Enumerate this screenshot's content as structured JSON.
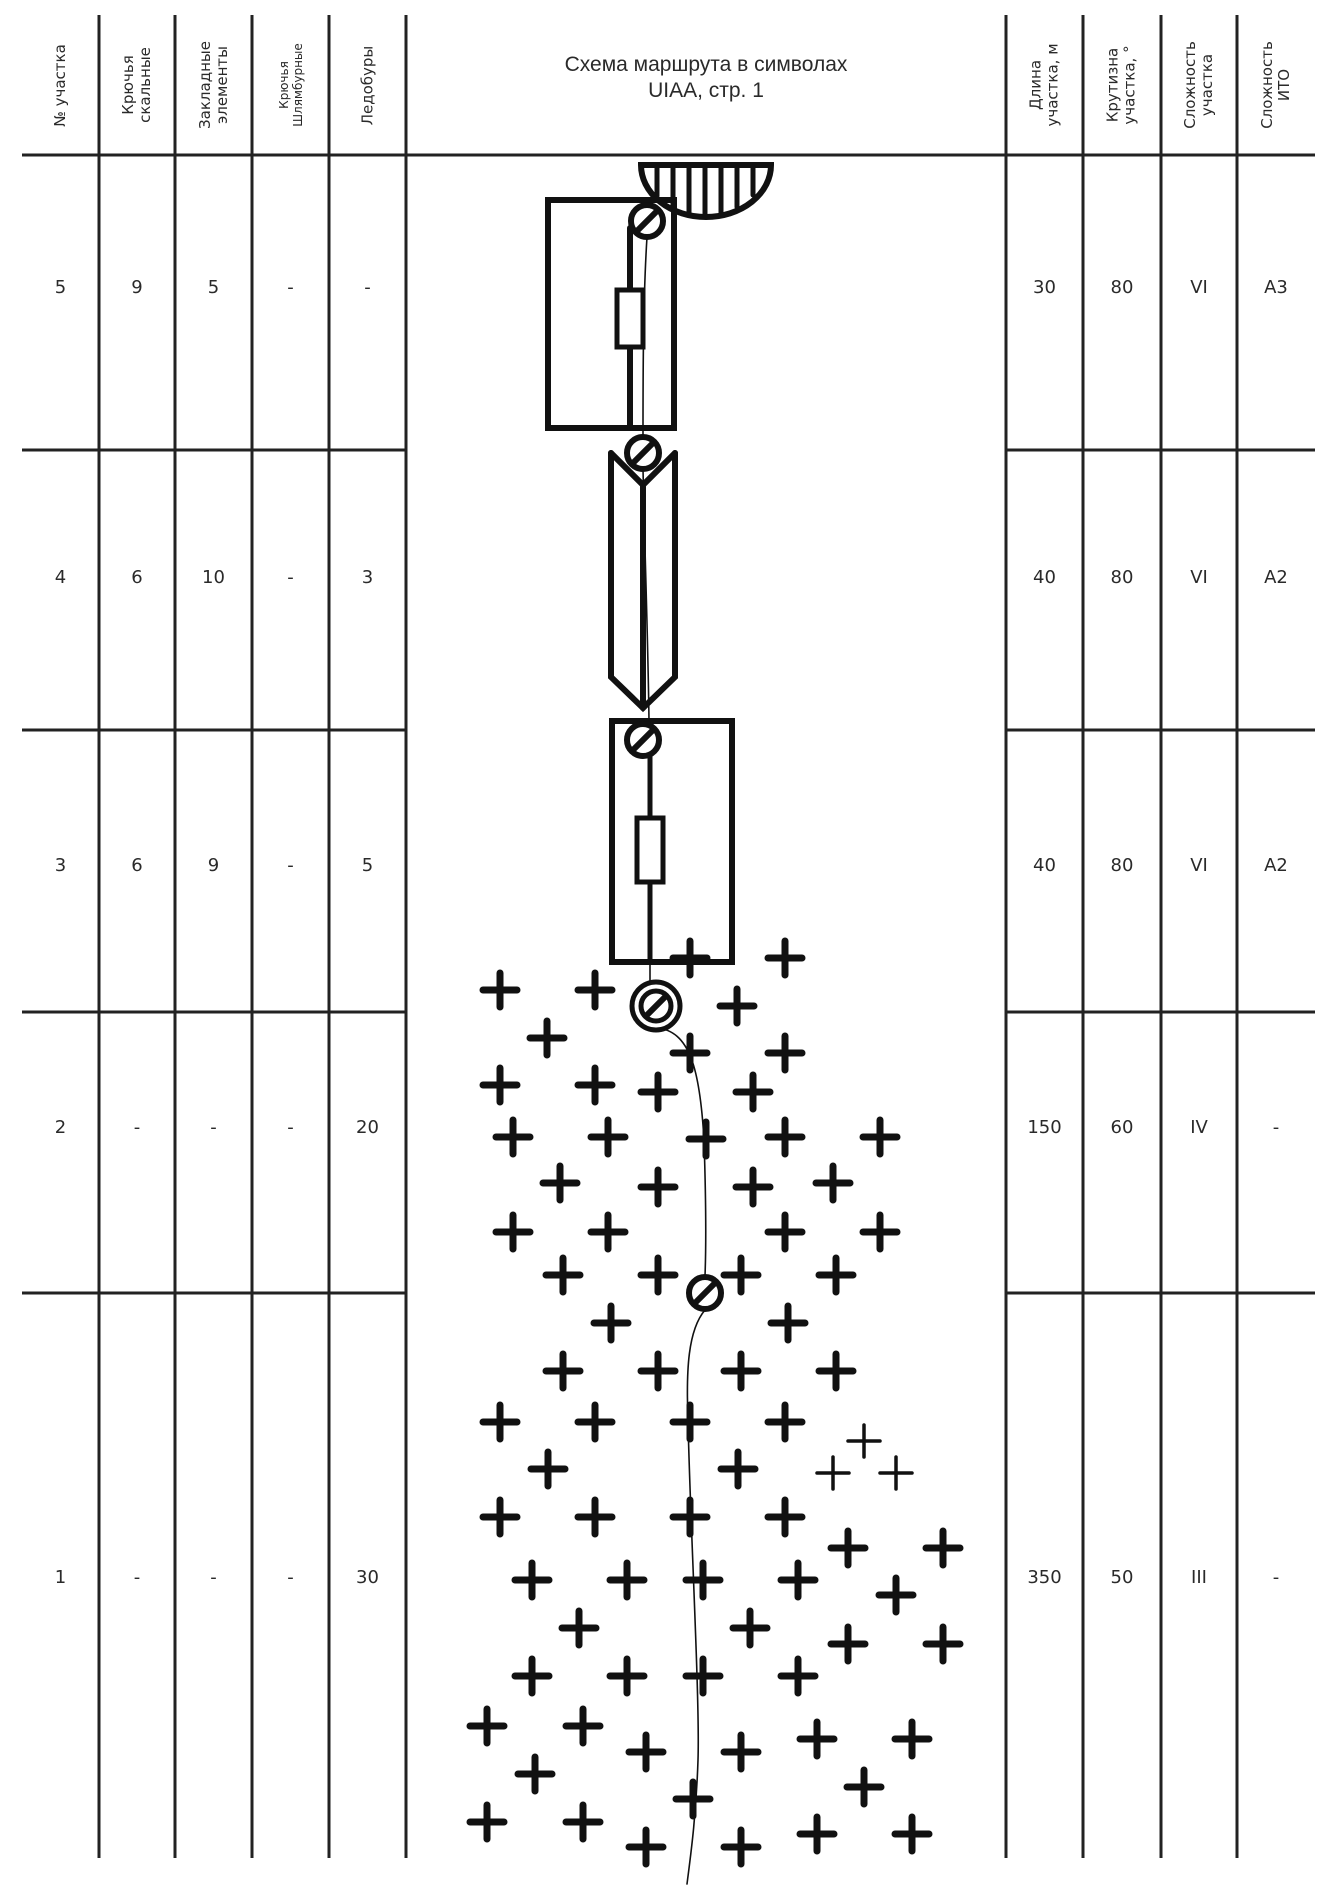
{
  "header": {
    "columns": [
      {
        "key": "section_no",
        "label": "№ участка"
      },
      {
        "key": "rock_pitons",
        "label": "Крючья\nскальные"
      },
      {
        "key": "nuts",
        "label": "Закладные\nэлементы"
      },
      {
        "key": "bolts",
        "label": "Крючья\nШлямбурные"
      },
      {
        "key": "ice_screws",
        "label": "Ледобуры"
      },
      {
        "key": "scheme",
        "label": "Схема маршрута в символах\nUIAA, стр. 1"
      },
      {
        "key": "length",
        "label": "Длина\nучастка, м"
      },
      {
        "key": "steepness",
        "label": "Крутизна\nучастка, °"
      },
      {
        "key": "difficulty",
        "label": "Сложность\nучастка"
      },
      {
        "key": "aid_difficulty",
        "label": "Сложность\nИТО"
      }
    ]
  },
  "rows": [
    {
      "section_no": "5",
      "rock_pitons": "9",
      "nuts": "5",
      "bolts": "-",
      "ice_screws": "-",
      "length": "30",
      "steepness": "80",
      "difficulty": "VI",
      "aid_difficulty": "A3"
    },
    {
      "section_no": "4",
      "rock_pitons": "6",
      "nuts": "10",
      "bolts": "-",
      "ice_screws": "3",
      "length": "40",
      "steepness": "80",
      "difficulty": "VI",
      "aid_difficulty": "A2"
    },
    {
      "section_no": "3",
      "rock_pitons": "6",
      "nuts": "9",
      "bolts": "-",
      "ice_screws": "5",
      "length": "40",
      "steepness": "80",
      "difficulty": "VI",
      "aid_difficulty": "A2"
    },
    {
      "section_no": "2",
      "rock_pitons": "-",
      "nuts": "-",
      "bolts": "-",
      "ice_screws": "20",
      "length": "150",
      "steepness": "60",
      "difficulty": "IV",
      "aid_difficulty": "-"
    },
    {
      "section_no": "1",
      "rock_pitons": "-",
      "nuts": "-",
      "bolts": "-",
      "ice_screws": "30",
      "length": "350",
      "steepness": "50",
      "difficulty": "III",
      "aid_difficulty": "-"
    }
  ],
  "scheme": {
    "symbols": [
      {
        "type": "overhang-cornice",
        "section": 5
      },
      {
        "type": "wall-slab",
        "section": 5
      },
      {
        "type": "belay-station",
        "section": 5
      },
      {
        "type": "crack",
        "section": 5
      },
      {
        "type": "belay-station",
        "section": 4
      },
      {
        "type": "inside-corner",
        "section": 4
      },
      {
        "type": "wall-slab",
        "section": 3
      },
      {
        "type": "belay-station",
        "section": 3
      },
      {
        "type": "crack",
        "section": 3
      },
      {
        "type": "bivouac-belay",
        "section": 2
      },
      {
        "type": "ice-field",
        "section": 2
      },
      {
        "type": "belay-station",
        "section": 1
      },
      {
        "type": "ice-field",
        "section": 1
      }
    ],
    "colors": {
      "ink": "#111111",
      "rule": "#222222",
      "text": "#2a2a2a"
    }
  }
}
